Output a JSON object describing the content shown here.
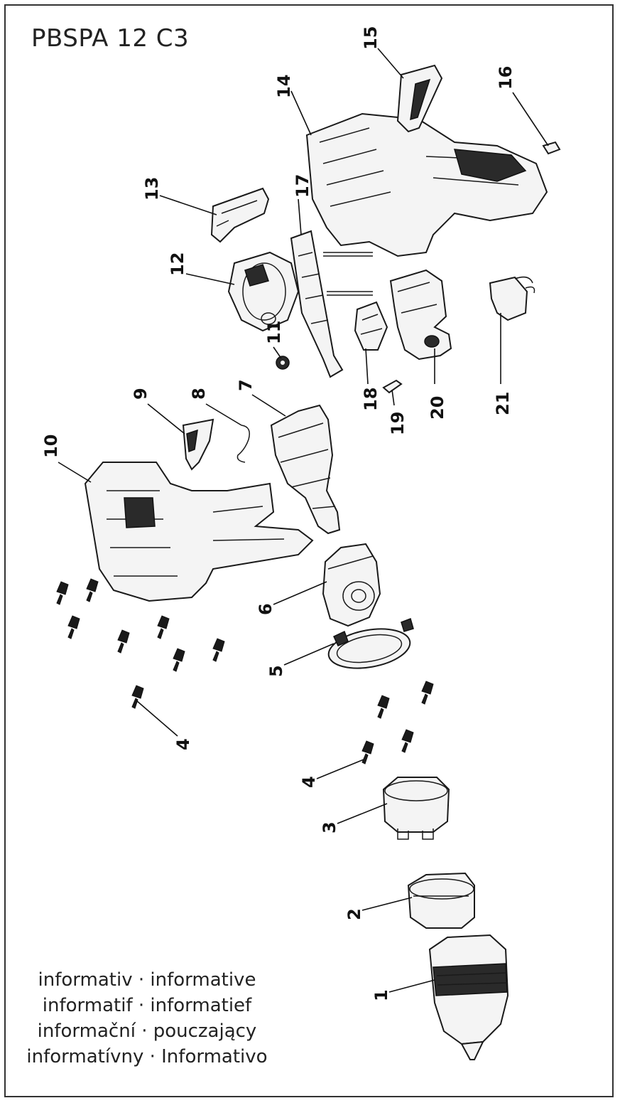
{
  "title": "PBSPA 12 C3",
  "parts": [
    {
      "number": "1"
    },
    {
      "number": "2"
    },
    {
      "number": "3"
    },
    {
      "number": "4"
    },
    {
      "number": "4"
    },
    {
      "number": "5"
    },
    {
      "number": "6"
    },
    {
      "number": "7"
    },
    {
      "number": "8"
    },
    {
      "number": "9"
    },
    {
      "number": "10"
    },
    {
      "number": "11"
    },
    {
      "number": "12"
    },
    {
      "number": "13"
    },
    {
      "number": "14"
    },
    {
      "number": "15"
    },
    {
      "number": "16"
    },
    {
      "number": "17"
    },
    {
      "number": "18"
    },
    {
      "number": "19"
    },
    {
      "number": "20"
    },
    {
      "number": "21"
    }
  ],
  "legend": [
    "informativ · informative",
    "informatif · informatief",
    "informační · pouczający",
    "informatívny · Informativo"
  ]
}
